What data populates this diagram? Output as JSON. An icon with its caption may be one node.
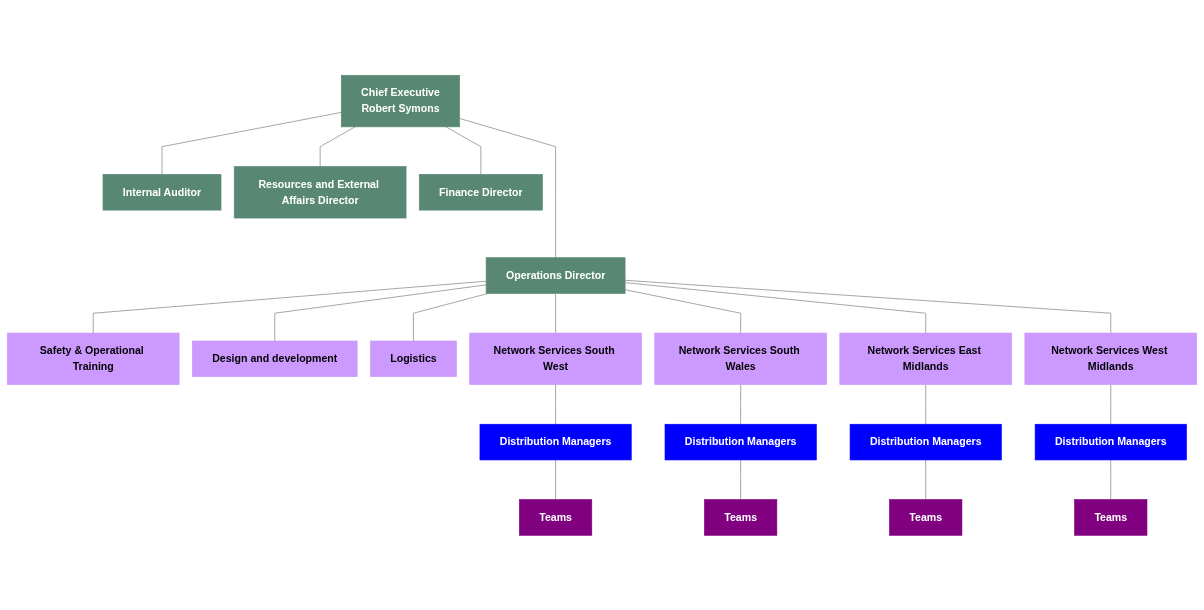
{
  "diagram": {
    "nodes": [
      {
        "text": [
          "Chief Executive",
          "Robert Symons"
        ]
      },
      {
        "text": [
          "Internal Auditor"
        ]
      },
      {
        "text": [
          "Resources and External Affairs Director"
        ]
      },
      {
        "text": [
          "Finance Director"
        ]
      },
      {
        "text": [
          "Operations Director"
        ]
      },
      {
        "text": [
          "Safety & Operational Training"
        ]
      },
      {
        "text": [
          "Design and development"
        ]
      },
      {
        "text": [
          "Logistics"
        ]
      },
      {
        "text": [
          "Network Services South West"
        ]
      },
      {
        "text": [
          "Network Services South Wales"
        ]
      },
      {
        "text": [
          "Network Services East Midlands"
        ]
      },
      {
        "text": [
          "Network Services West Midlands"
        ]
      },
      {
        "text": [
          "Distribution Managers"
        ]
      },
      {
        "text": [
          "Distribution Managers"
        ]
      },
      {
        "text": [
          "Distribution Managers"
        ]
      },
      {
        "text": [
          "Distribution Managers"
        ]
      },
      {
        "text": [
          "Teams"
        ]
      },
      {
        "text": [
          "Teams"
        ]
      },
      {
        "text": [
          "Teams"
        ]
      },
      {
        "text": [
          "Teams"
        ]
      }
    ],
    "edges": [
      {
        "from": 0,
        "to": 1,
        "arrow": "none"
      },
      {
        "from": 0,
        "to": 2,
        "arrow": "none"
      },
      {
        "from": 0,
        "to": 3,
        "arrow": "none"
      },
      {
        "from": 0,
        "to": 4,
        "arrow": "none"
      },
      {
        "from": 4,
        "to": 5,
        "arrow": "none"
      },
      {
        "from": 4,
        "to": 6,
        "arrow": "none"
      },
      {
        "from": 4,
        "to": 7,
        "arrow": "none"
      },
      {
        "from": 4,
        "to": 8,
        "arrow": "none"
      },
      {
        "from": 4,
        "to": 9,
        "arrow": "none"
      },
      {
        "from": 4,
        "to": 10,
        "arrow": "none"
      },
      {
        "from": 4,
        "to": 11,
        "arrow": "none"
      },
      {
        "from": 8,
        "to": 12,
        "arrow": "none"
      },
      {
        "from": 9,
        "to": 13,
        "arrow": "none"
      },
      {
        "from": 10,
        "to": 14,
        "arrow": "none"
      },
      {
        "from": 11,
        "to": 15,
        "arrow": "none"
      },
      {
        "from": 12,
        "to": 16,
        "arrow": "none"
      },
      {
        "from": 13,
        "to": 17,
        "arrow": "none"
      },
      {
        "from": 14,
        "to": 18,
        "arrow": "none"
      },
      {
        "from": 15,
        "to": 19,
        "arrow": "none"
      }
    ]
  }
}
